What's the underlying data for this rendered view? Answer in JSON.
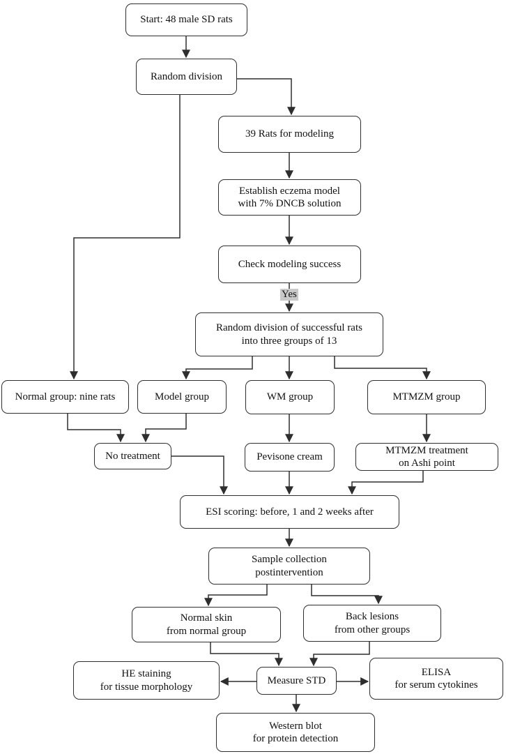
{
  "figure": {
    "type": "flowchart",
    "description": "Experimental design flowchart for rat eczema model study"
  },
  "colors": {
    "background": "#ffffff",
    "box_fill": "#ffffff",
    "box_border": "#2e2e2e",
    "line": "#2e2e2e",
    "text": "#111111",
    "yes_highlight": "#c9c9c9"
  },
  "nodes": {
    "start": {
      "label": "Start: 48 male SD rats"
    },
    "random_division": {
      "label": "Random division"
    },
    "rats_modeling": {
      "label": "39 Rats for modeling"
    },
    "establish_model": {
      "label": "Establish eczema model\nwith 7% DNCB solution"
    },
    "check_success": {
      "label": "Check modeling success"
    },
    "random_division_success": {
      "label": "Random division of successful rats\ninto three groups of 13"
    },
    "normal_group": {
      "label": "Normal group: nine rats"
    },
    "model_group": {
      "label": "Model group"
    },
    "wm_group": {
      "label": "WM group"
    },
    "mtmzm_group": {
      "label": "MTMZM group"
    },
    "no_treatment": {
      "label": "No treatment"
    },
    "pevisone": {
      "label": "Pevisone cream"
    },
    "mtmzm_treatment": {
      "label": "MTMZM treatment\non Ashi point"
    },
    "esi_scoring": {
      "label": "ESI scoring: before, 1 and 2 weeks after"
    },
    "sample_collection": {
      "label": "Sample collection\npostintervention"
    },
    "normal_skin": {
      "label": "Normal skin\nfrom normal group"
    },
    "back_lesions": {
      "label": "Back lesions\nfrom other groups"
    },
    "he_staining": {
      "label": "HE staining\nfor tissue morphology"
    },
    "measure_std": {
      "label": "Measure STD"
    },
    "elisa": {
      "label": "ELISA\nfor serum cytokines"
    },
    "western_blot": {
      "label": "Western blot\nfor protein detection"
    }
  },
  "edge_labels": {
    "yes": "Yes"
  },
  "edges": [
    {
      "from": "start",
      "to": "random_division"
    },
    {
      "from": "random_division",
      "to": "rats_modeling"
    },
    {
      "from": "random_division",
      "to": "normal_group"
    },
    {
      "from": "rats_modeling",
      "to": "establish_model"
    },
    {
      "from": "establish_model",
      "to": "check_success"
    },
    {
      "from": "check_success",
      "to": "random_division_success",
      "label": "Yes"
    },
    {
      "from": "random_division_success",
      "to": "model_group"
    },
    {
      "from": "random_division_success",
      "to": "wm_group"
    },
    {
      "from": "random_division_success",
      "to": "mtmzm_group"
    },
    {
      "from": "normal_group",
      "to": "no_treatment"
    },
    {
      "from": "model_group",
      "to": "no_treatment"
    },
    {
      "from": "wm_group",
      "to": "pevisone"
    },
    {
      "from": "mtmzm_group",
      "to": "mtmzm_treatment"
    },
    {
      "from": "no_treatment",
      "to": "esi_scoring"
    },
    {
      "from": "pevisone",
      "to": "esi_scoring"
    },
    {
      "from": "mtmzm_treatment",
      "to": "esi_scoring"
    },
    {
      "from": "esi_scoring",
      "to": "sample_collection"
    },
    {
      "from": "sample_collection",
      "to": "normal_skin"
    },
    {
      "from": "sample_collection",
      "to": "back_lesions"
    },
    {
      "from": "normal_skin",
      "to": "measure_std"
    },
    {
      "from": "back_lesions",
      "to": "measure_std"
    },
    {
      "from": "measure_std",
      "to": "he_staining"
    },
    {
      "from": "measure_std",
      "to": "elisa"
    },
    {
      "from": "measure_std",
      "to": "western_blot"
    }
  ]
}
